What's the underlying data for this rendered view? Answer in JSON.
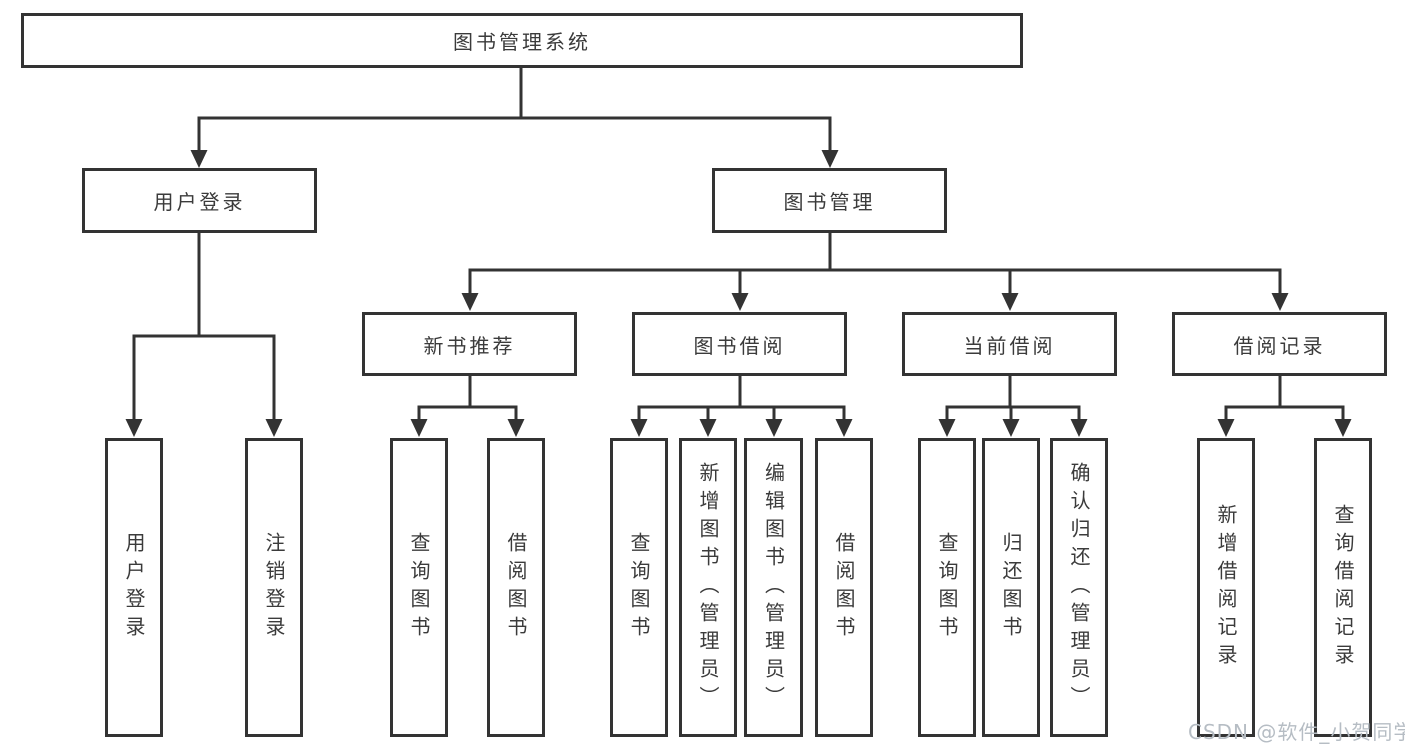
{
  "colors": {
    "line": "#333333",
    "box_border": "#333333",
    "text": "#3b3b3b",
    "background": "#ffffff",
    "watermark": "#b6bdc4"
  },
  "watermark": "CSDN @软件_小贺同学",
  "tree": {
    "root": "图书管理系统",
    "branches": [
      {
        "label": "用户登录",
        "children": [
          "用户登录",
          "注销登录"
        ]
      },
      {
        "label": "图书管理",
        "groups": [
          {
            "label": "新书推荐",
            "children": [
              "查询图书",
              "借阅图书"
            ]
          },
          {
            "label": "图书借阅",
            "children": [
              "查询图书",
              "新增图书（管理员）",
              "编辑图书（管理员）",
              "借阅图书"
            ]
          },
          {
            "label": "当前借阅",
            "children": [
              "查询图书",
              "归还图书",
              "确认归还（管理员）"
            ]
          },
          {
            "label": "借阅记录",
            "children": [
              "新增借阅记录",
              "查询借阅记录"
            ]
          }
        ]
      }
    ]
  }
}
